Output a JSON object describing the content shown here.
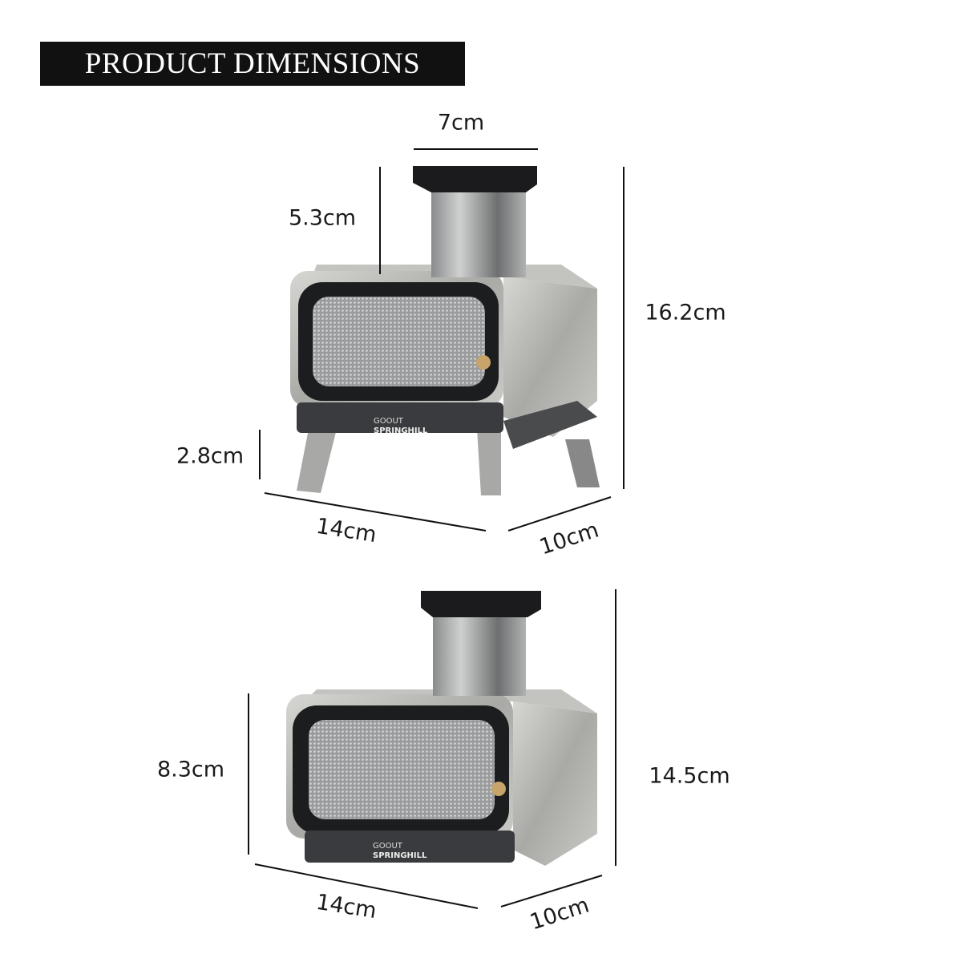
{
  "title": "PRODUCT DIMENSIONS",
  "top_view": {
    "chimney_width": "7cm",
    "chimney_height": "5.3cm",
    "total_height": "16.2cm",
    "leg_height": "2.8cm",
    "length": "14cm",
    "depth": "10cm"
  },
  "bottom_view": {
    "body_height": "8.3cm",
    "total_height": "14.5cm",
    "length": "14cm",
    "depth": "10cm"
  },
  "brand_logo": "GOOUT SPRINGHILL",
  "colors": {
    "title_bg": "#111111",
    "title_text": "#ffffff",
    "steel": "#b9b9b6",
    "panel": "#2a2b2d"
  }
}
